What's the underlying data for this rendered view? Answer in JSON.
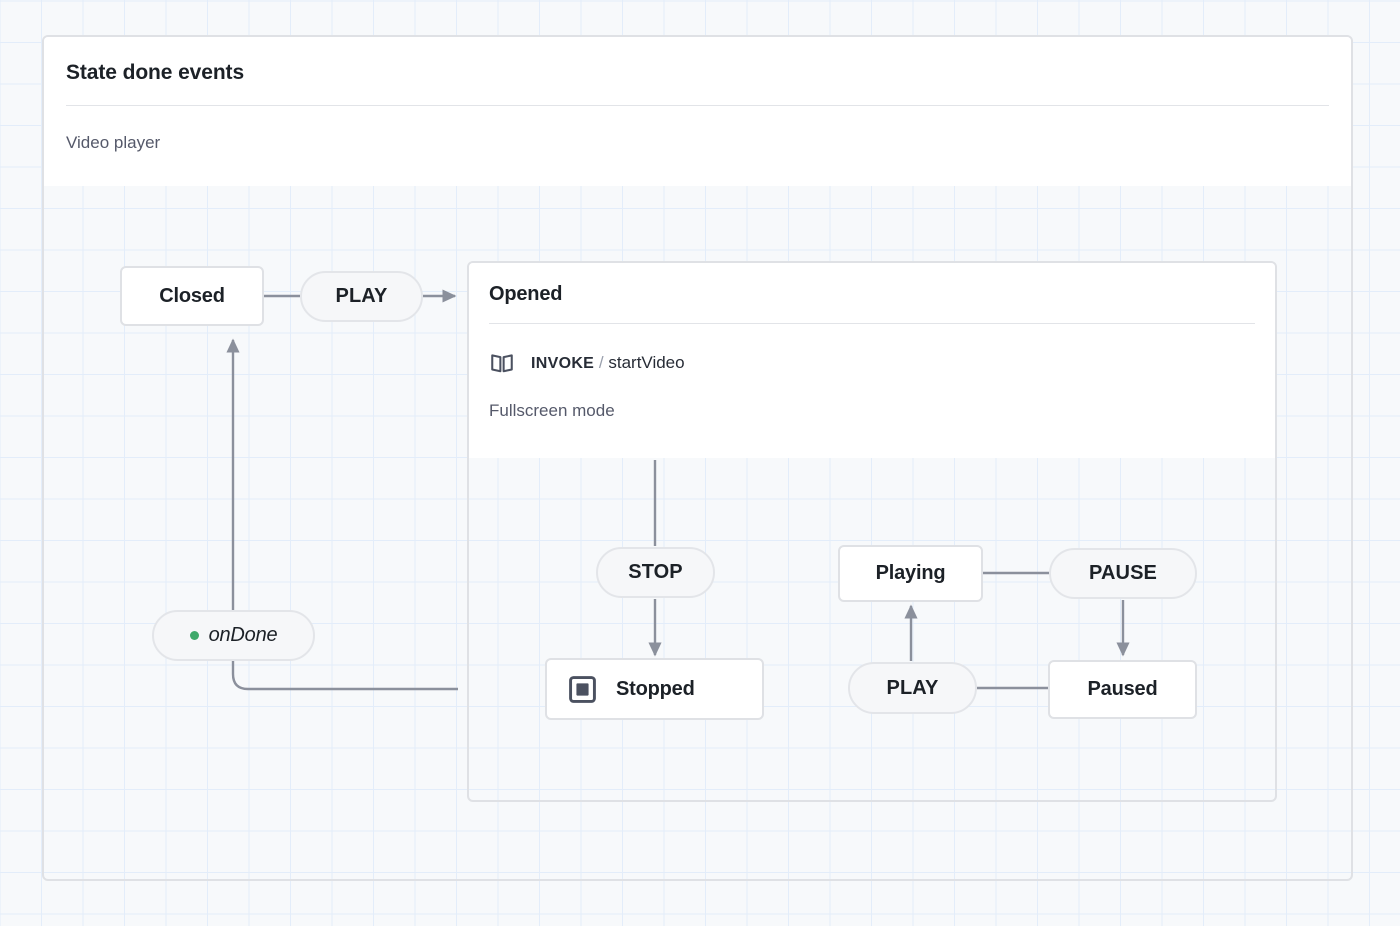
{
  "machine": {
    "title": "State done events",
    "description": "Video player"
  },
  "colors": {
    "canvas_background": "#f7f9fb",
    "grid_line": "#e3edfa",
    "card_border": "#dfe1e5",
    "node_background": "#ffffff",
    "event_background": "#f6f7f9",
    "edge_stroke": "#8b909c",
    "text_primary": "#1c2127",
    "text_secondary": "#55596a",
    "done_dot_green": "#3fa96b",
    "initial_marker": "#1c1c1c"
  },
  "states": {
    "closed": {
      "label": "Closed",
      "type": "atomic",
      "initial": true
    },
    "opened": {
      "label": "Opened",
      "type": "compound",
      "invoke": {
        "keyword": "INVOKE",
        "separator": "/",
        "src": "startVideo",
        "icon": "book-icon"
      },
      "description": "Fullscreen mode",
      "children": {
        "playing": {
          "label": "Playing",
          "type": "atomic",
          "initial": true
        },
        "paused": {
          "label": "Paused",
          "type": "atomic"
        },
        "stopped": {
          "label": "Stopped",
          "type": "final",
          "icon": "final-state-icon"
        }
      }
    }
  },
  "events": {
    "play_root": "PLAY",
    "on_done": "onDone",
    "stop": "STOP",
    "pause": "PAUSE",
    "play_inner": "PLAY"
  },
  "transitions": [
    {
      "from": "closed",
      "event": "PLAY",
      "to": "opened"
    },
    {
      "from": "opened",
      "event": "onDone",
      "to": "closed"
    },
    {
      "from": "opened",
      "event": "STOP",
      "to": "stopped"
    },
    {
      "from": "playing",
      "event": "PAUSE",
      "to": "paused"
    },
    {
      "from": "paused",
      "event": "PLAY",
      "to": "playing"
    }
  ]
}
